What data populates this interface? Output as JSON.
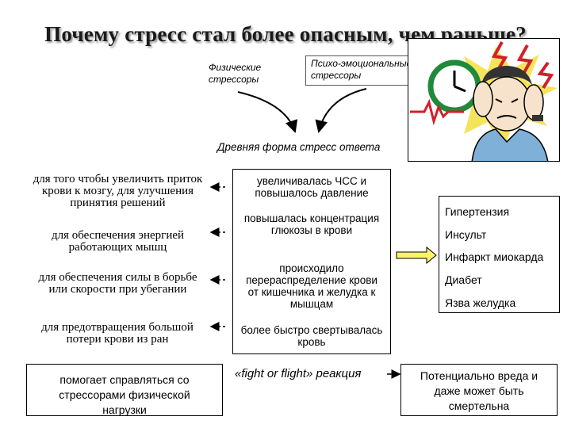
{
  "title": "Почему стресс стал более опасным, чем раньше?",
  "stressors": {
    "physical": "Физические стрессоры",
    "psycho": "Психо-эмоциональные стрессоры"
  },
  "ancient_form": "Древняя форма стресс ответа",
  "purposes": [
    "для того чтобы увеличить приток крови к мозгу, для улучшения принятия решений",
    "для обеспечения энергией работающих мышц",
    "для обеспечения силы в борьбе или скорости при убегании",
    "для предотвращения большой потери крови из ран"
  ],
  "responses": [
    "увеличивалась ЧСС и повышалось давление",
    "повышалась концентрация глюкозы в крови",
    "происходило перераспределение крови от кишечника и желудка к мышцам",
    "более быстро свертывалась кровь"
  ],
  "diseases": [
    "Гипертензия",
    "Инсульт",
    "Инфаркт миокарда",
    "Диабет",
    "Язва желудка"
  ],
  "bottom": {
    "left": "помогает справляться со стрессорами физической нагрузки",
    "center": "«fight or flight» реакция",
    "right": "Потенциально вреда и даже может быть смертельна"
  },
  "colors": {
    "arrow_fill": "#fcf36a",
    "clock_ring": "#1f8a3a",
    "lightning": "#d0202a",
    "shirt": "#7fb0d8"
  },
  "icons": [
    "stressed-man-clock-illustration"
  ]
}
